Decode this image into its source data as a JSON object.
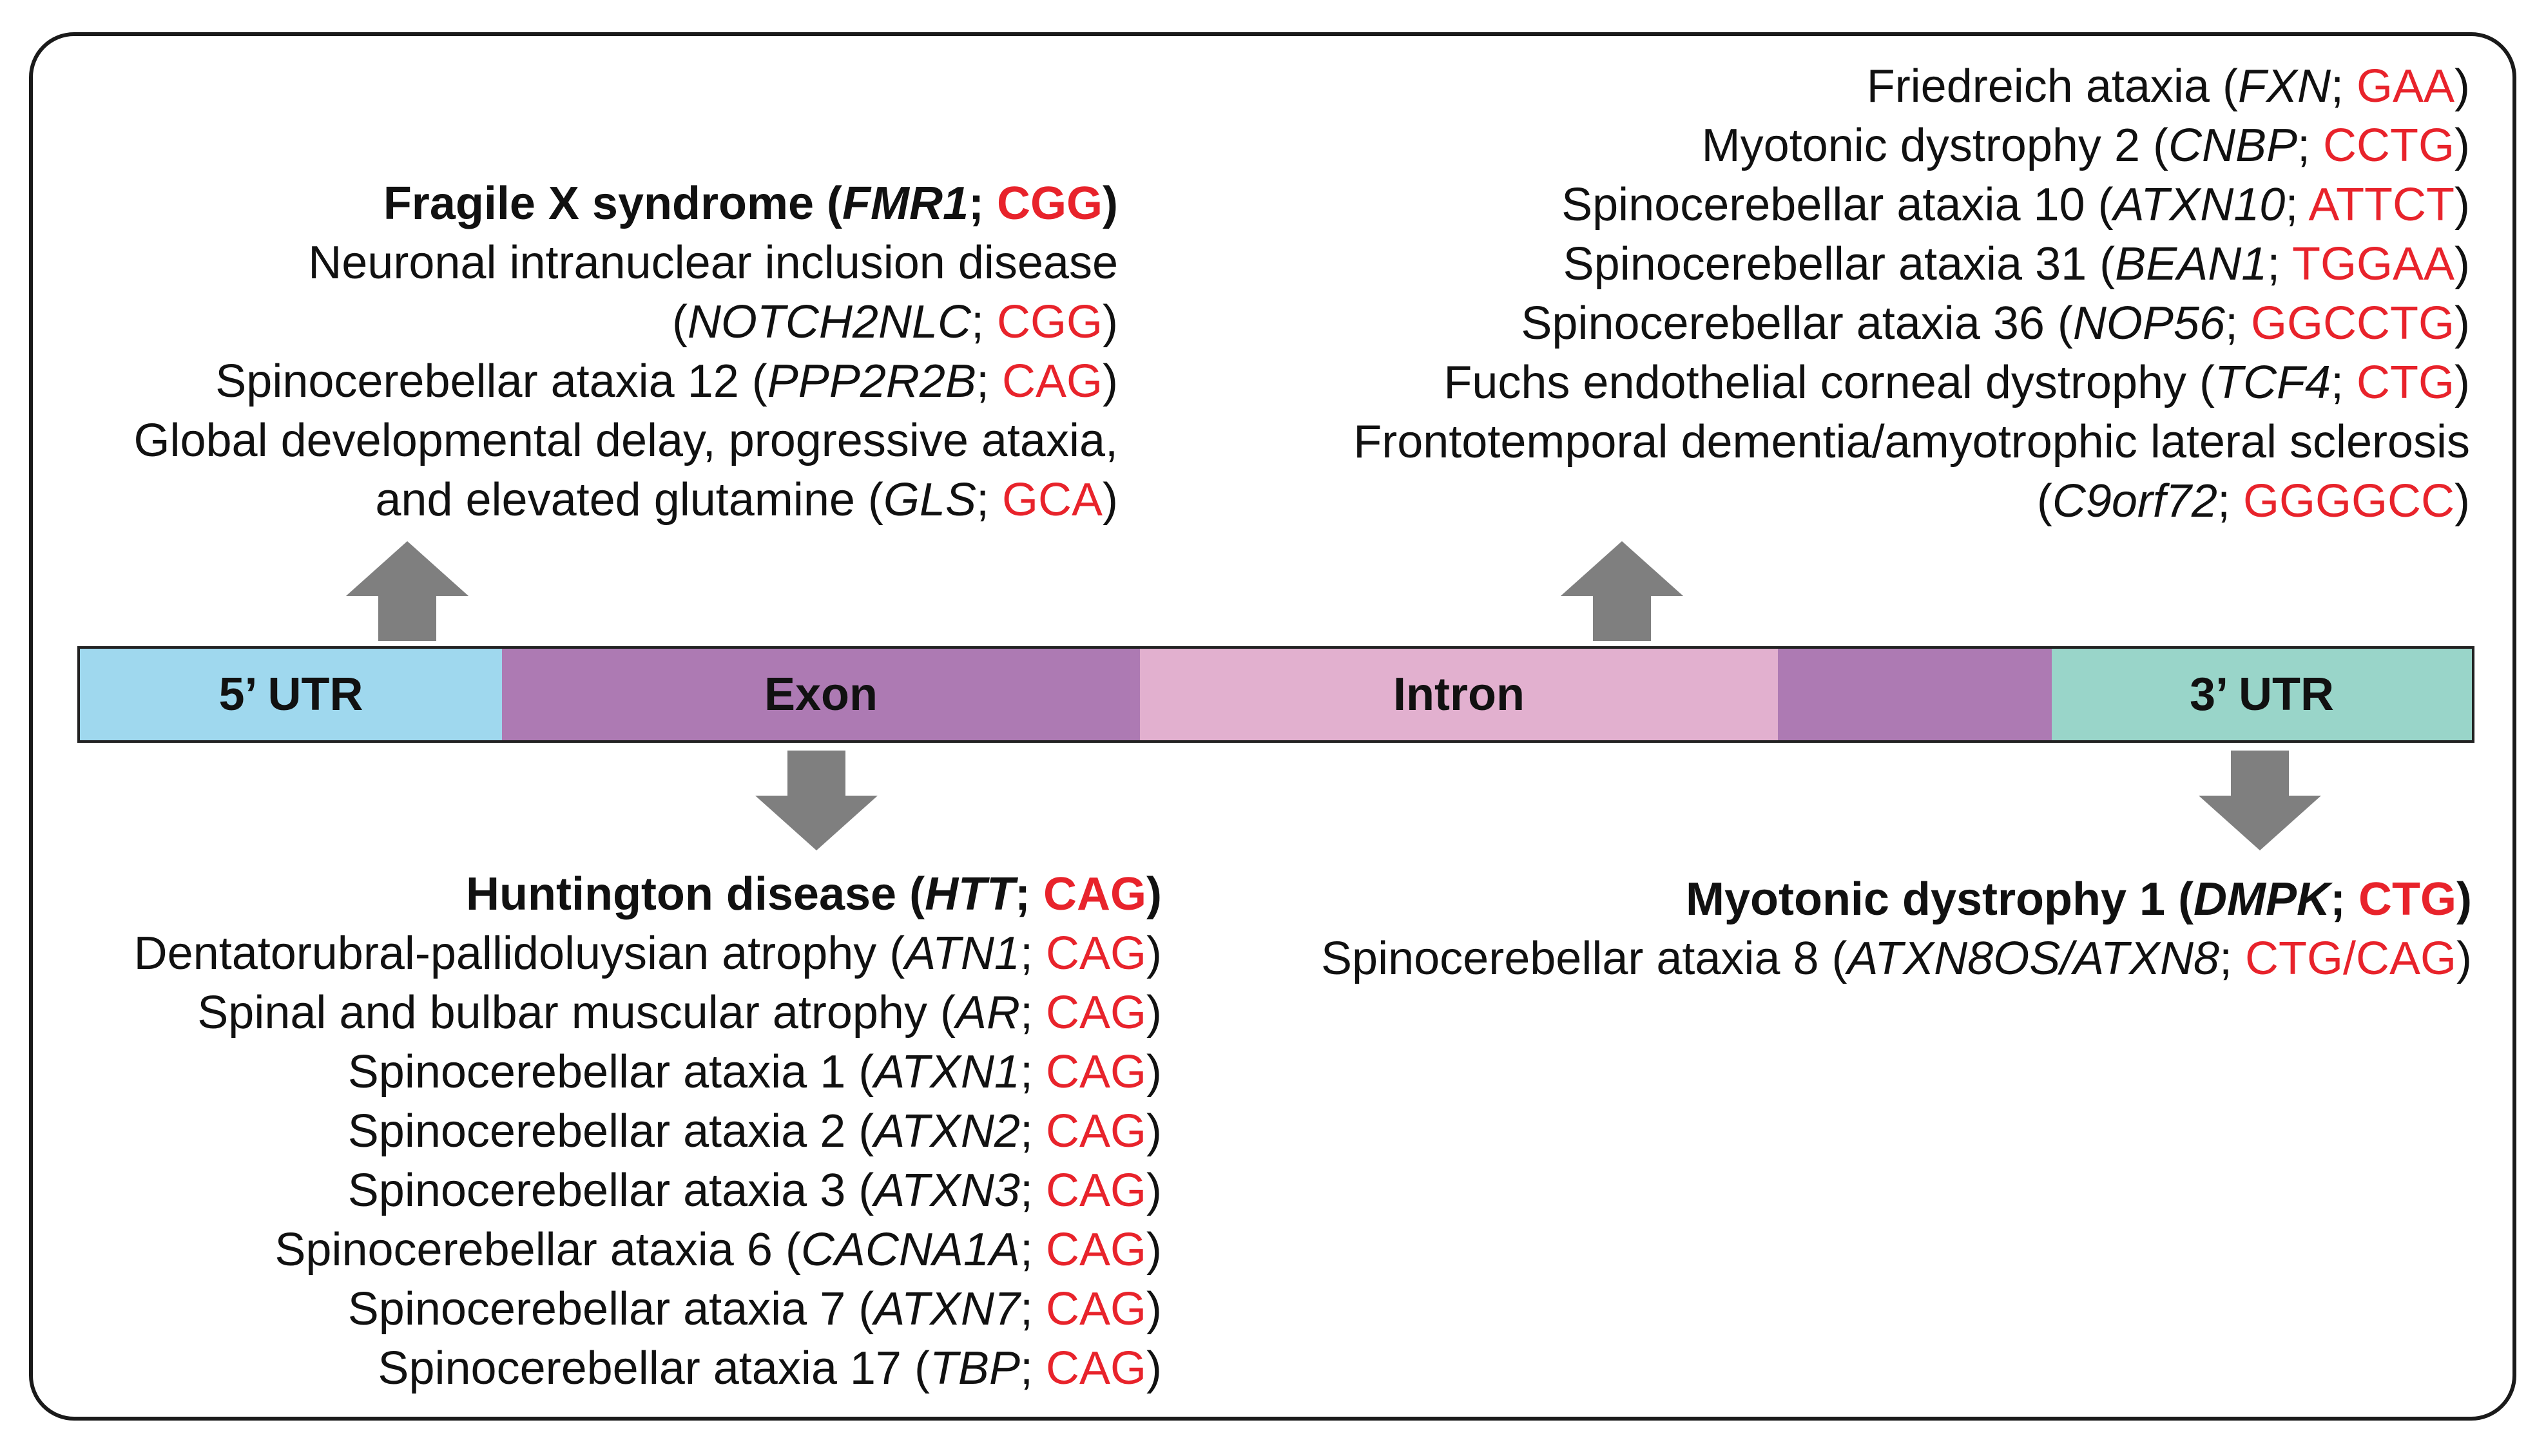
{
  "colors": {
    "utr5": "#9fd8ee",
    "exon": "#ad7ab3",
    "intron": "#e2b0cf",
    "utr3": "#99d5c9",
    "arrow": "#7f7f7f",
    "repeat_text": "#e8232b"
  },
  "gene_bar": {
    "segments": [
      {
        "label": "5’ UTR",
        "color": "#9fd8ee"
      },
      {
        "label": "Exon",
        "color": "#ad7ab3"
      },
      {
        "label": "Intron",
        "color": "#e2b0cf"
      },
      {
        "label": "",
        "color": "#ad7ab3"
      },
      {
        "label": "3’ UTR",
        "color": "#99d5c9"
      }
    ]
  },
  "groups": {
    "utr5": {
      "arrow_direction": "up",
      "lines": [
        {
          "bold": true,
          "parts": [
            {
              "t": "Fragile X syndrome ("
            },
            {
              "t": "FMR1",
              "s": "i"
            },
            {
              "t": "; "
            },
            {
              "t": "CGG",
              "s": "r"
            },
            {
              "t": ")"
            }
          ]
        },
        {
          "parts": [
            {
              "t": "Neuronal intranuclear inclusion disease"
            }
          ]
        },
        {
          "parts": [
            {
              "t": "("
            },
            {
              "t": "NOTCH2NLC",
              "s": "i"
            },
            {
              "t": "; "
            },
            {
              "t": "CGG",
              "s": "r"
            },
            {
              "t": ")"
            }
          ]
        },
        {
          "parts": [
            {
              "t": "Spinocerebellar ataxia 12 ("
            },
            {
              "t": "PPP2R2B",
              "s": "i"
            },
            {
              "t": "; "
            },
            {
              "t": "CAG",
              "s": "r"
            },
            {
              "t": ")"
            }
          ]
        },
        {
          "parts": [
            {
              "t": "Global developmental delay, progressive ataxia,"
            }
          ]
        },
        {
          "parts": [
            {
              "t": "and elevated glutamine ("
            },
            {
              "t": "GLS",
              "s": "i"
            },
            {
              "t": "; "
            },
            {
              "t": "GCA",
              "s": "r"
            },
            {
              "t": ")"
            }
          ]
        }
      ]
    },
    "intron": {
      "arrow_direction": "up",
      "lines": [
        {
          "parts": [
            {
              "t": "Friedreich ataxia ("
            },
            {
              "t": "FXN",
              "s": "i"
            },
            {
              "t": "; "
            },
            {
              "t": "GAA",
              "s": "r"
            },
            {
              "t": ")"
            }
          ]
        },
        {
          "parts": [
            {
              "t": "Myotonic dystrophy 2 ("
            },
            {
              "t": "CNBP",
              "s": "i"
            },
            {
              "t": "; "
            },
            {
              "t": "CCTG",
              "s": "r"
            },
            {
              "t": ")"
            }
          ]
        },
        {
          "parts": [
            {
              "t": "Spinocerebellar ataxia 10 ("
            },
            {
              "t": "ATXN10",
              "s": "i"
            },
            {
              "t": "; "
            },
            {
              "t": "ATTCT",
              "s": "r"
            },
            {
              "t": ")"
            }
          ]
        },
        {
          "parts": [
            {
              "t": "Spinocerebellar ataxia 31 ("
            },
            {
              "t": "BEAN1",
              "s": "i"
            },
            {
              "t": "; "
            },
            {
              "t": "TGGAA",
              "s": "r"
            },
            {
              "t": ")"
            }
          ]
        },
        {
          "parts": [
            {
              "t": "Spinocerebellar ataxia 36 ("
            },
            {
              "t": "NOP56",
              "s": "i"
            },
            {
              "t": "; "
            },
            {
              "t": "GGCCTG",
              "s": "r"
            },
            {
              "t": ")"
            }
          ]
        },
        {
          "parts": [
            {
              "t": "Fuchs endothelial corneal dystrophy ("
            },
            {
              "t": "TCF4",
              "s": "i"
            },
            {
              "t": "; "
            },
            {
              "t": "CTG",
              "s": "r"
            },
            {
              "t": ")"
            }
          ]
        },
        {
          "parts": [
            {
              "t": "Frontotemporal dementia/amyotrophic lateral sclerosis"
            }
          ]
        },
        {
          "parts": [
            {
              "t": "("
            },
            {
              "t": "C9orf72",
              "s": "i"
            },
            {
              "t": "; "
            },
            {
              "t": "GGGGCC",
              "s": "r"
            },
            {
              "t": ")"
            }
          ]
        }
      ]
    },
    "exon": {
      "arrow_direction": "down",
      "lines": [
        {
          "bold": true,
          "parts": [
            {
              "t": "Huntington disease ("
            },
            {
              "t": "HTT",
              "s": "i"
            },
            {
              "t": "; "
            },
            {
              "t": "CAG",
              "s": "r"
            },
            {
              "t": ")"
            }
          ]
        },
        {
          "parts": [
            {
              "t": "Dentatorubral-pallidoluysian atrophy ("
            },
            {
              "t": "ATN1",
              "s": "i"
            },
            {
              "t": "; "
            },
            {
              "t": "CAG",
              "s": "r"
            },
            {
              "t": ")"
            }
          ]
        },
        {
          "parts": [
            {
              "t": "Spinal and bulbar muscular atrophy ("
            },
            {
              "t": "AR",
              "s": "i"
            },
            {
              "t": "; "
            },
            {
              "t": "CAG",
              "s": "r"
            },
            {
              "t": ")"
            }
          ]
        },
        {
          "parts": [
            {
              "t": "Spinocerebellar ataxia 1 ("
            },
            {
              "t": "ATXN1",
              "s": "i"
            },
            {
              "t": "; "
            },
            {
              "t": "CAG",
              "s": "r"
            },
            {
              "t": ")"
            }
          ]
        },
        {
          "parts": [
            {
              "t": "Spinocerebellar ataxia 2 ("
            },
            {
              "t": "ATXN2",
              "s": "i"
            },
            {
              "t": "; "
            },
            {
              "t": "CAG",
              "s": "r"
            },
            {
              "t": ")"
            }
          ]
        },
        {
          "parts": [
            {
              "t": "Spinocerebellar ataxia 3 ("
            },
            {
              "t": "ATXN3",
              "s": "i"
            },
            {
              "t": "; "
            },
            {
              "t": "CAG",
              "s": "r"
            },
            {
              "t": ")"
            }
          ]
        },
        {
          "parts": [
            {
              "t": "Spinocerebellar ataxia 6 ("
            },
            {
              "t": "CACNA1A",
              "s": "i"
            },
            {
              "t": "; "
            },
            {
              "t": "CAG",
              "s": "r"
            },
            {
              "t": ")"
            }
          ]
        },
        {
          "parts": [
            {
              "t": "Spinocerebellar ataxia 7 ("
            },
            {
              "t": "ATXN7",
              "s": "i"
            },
            {
              "t": "; "
            },
            {
              "t": "CAG",
              "s": "r"
            },
            {
              "t": ")"
            }
          ]
        },
        {
          "parts": [
            {
              "t": "Spinocerebellar ataxia 17 ("
            },
            {
              "t": "TBP",
              "s": "i"
            },
            {
              "t": "; "
            },
            {
              "t": "CAG",
              "s": "r"
            },
            {
              "t": ")"
            }
          ]
        }
      ]
    },
    "utr3": {
      "arrow_direction": "down",
      "lines": [
        {
          "bold": true,
          "parts": [
            {
              "t": "Myotonic dystrophy 1 ("
            },
            {
              "t": "DMPK",
              "s": "i"
            },
            {
              "t": "; "
            },
            {
              "t": "CTG",
              "s": "r"
            },
            {
              "t": ")"
            }
          ]
        },
        {
          "parts": [
            {
              "t": "Spinocerebellar ataxia 8 ("
            },
            {
              "t": "ATXN8OS/ATXN8",
              "s": "i"
            },
            {
              "t": "; "
            },
            {
              "t": "CTG/CAG",
              "s": "r"
            },
            {
              "t": ")"
            }
          ]
        }
      ]
    }
  }
}
